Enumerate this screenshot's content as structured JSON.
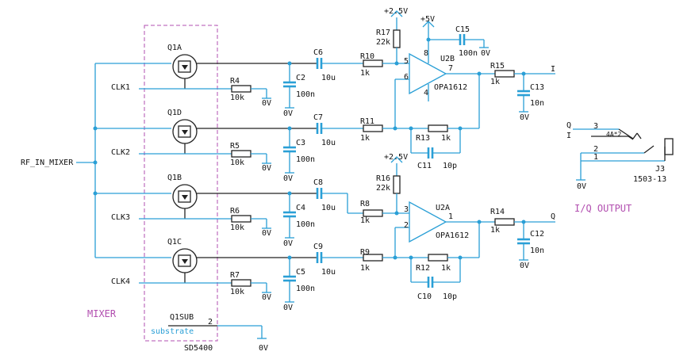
{
  "colors": {
    "wire": "#2a9fd6",
    "component": "#222222",
    "annotation": "#b24fb0"
  },
  "input": {
    "net": "RF_IN_MIXER"
  },
  "mixer": {
    "title": "MIXER",
    "part": "SD5400",
    "substrate": {
      "ref": "Q1SUB",
      "label": "substrate",
      "pin": "2",
      "gnd": "0V"
    },
    "channels": [
      {
        "fet": "Q1A",
        "clk": "CLK1",
        "r": "R4",
        "rv": "10k",
        "c": "C2",
        "cv": "100n",
        "gnd1": "0V",
        "gnd2": "0V",
        "cc": "C6",
        "ccv": "10u"
      },
      {
        "fet": "Q1D",
        "clk": "CLK2",
        "r": "R5",
        "rv": "10k",
        "c": "C3",
        "cv": "100n",
        "gnd1": "0V",
        "gnd2": "0V",
        "cc": "C7",
        "ccv": "10u"
      },
      {
        "fet": "Q1B",
        "clk": "CLK3",
        "r": "R6",
        "rv": "10k",
        "c": "C4",
        "cv": "100n",
        "gnd1": "0V",
        "gnd2": "0V",
        "cc": "C8",
        "ccv": "10u"
      },
      {
        "fet": "Q1C",
        "clk": "CLK4",
        "r": "R7",
        "rv": "10k",
        "c": "C5",
        "cv": "100n",
        "gnd1": "0V",
        "gnd2": "0V",
        "cc": "C9",
        "ccv": "10u"
      }
    ]
  },
  "amp_top": {
    "ref": "U2B",
    "part": "OPA1612",
    "pins": {
      "plus": "5",
      "minus": "6",
      "out": "7",
      "vcc": "8",
      "vee": "4"
    },
    "rails": {
      "bias": "+2.5V",
      "supply": "+5V"
    },
    "rin_a": {
      "ref": "R10",
      "val": "1k"
    },
    "rin_b": {
      "ref": "R11",
      "val": "1k"
    },
    "rbias": {
      "ref": "R17",
      "val": "22k"
    },
    "rfb": {
      "ref": "R13",
      "val": "1k"
    },
    "cfb": {
      "ref": "C11",
      "val": "10p"
    },
    "cdec": {
      "ref": "C15",
      "val": "100n",
      "gnd": "0V"
    },
    "rout": {
      "ref": "R15",
      "val": "1k"
    },
    "cout": {
      "ref": "C13",
      "val": "10n",
      "gnd": "0V"
    },
    "net": "I"
  },
  "amp_bot": {
    "ref": "U2A",
    "part": "OPA1612",
    "pins": {
      "plus": "3",
      "minus": "2",
      "out": "1"
    },
    "rails": {
      "bias": "+2.5V"
    },
    "rin_a": {
      "ref": "R8",
      "val": "1k"
    },
    "rin_b": {
      "ref": "R9",
      "val": "1k"
    },
    "rbias": {
      "ref": "R16",
      "val": "22k"
    },
    "rfb": {
      "ref": "R12",
      "val": "1k"
    },
    "cfb": {
      "ref": "C10",
      "val": "10p"
    },
    "rout": {
      "ref": "R14",
      "val": "1k"
    },
    "cout": {
      "ref": "C12",
      "val": "10n",
      "gnd": "0V"
    },
    "net": "Q"
  },
  "connector": {
    "title": "I/Q OUTPUT",
    "ref": "J3",
    "part": "1503-13",
    "type": "4A*2",
    "pins": [
      "3",
      "2",
      "1"
    ],
    "nets": {
      "q": "Q",
      "i": "I"
    },
    "gnd": "0V"
  }
}
